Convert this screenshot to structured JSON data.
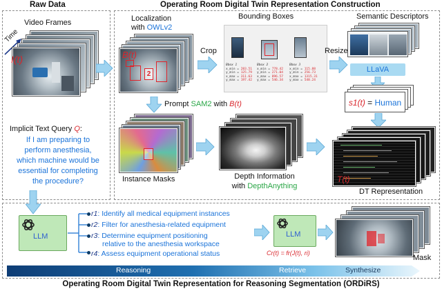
{
  "raw_data": {
    "title": "Raw Data",
    "video_frames_label": "Video Frames",
    "time_label": "Time",
    "frame_symbol": "I(t)",
    "query_label_prefix": "Implicit Text Query ",
    "query_symbol": "Q",
    "query_label_suffix": ":",
    "query_text_lines": [
      "If I am preparing to",
      "perform anesthesia,",
      "which machine would be",
      "essential for completing",
      "the procedure?"
    ]
  },
  "dt_section": {
    "title": "Operating Room Digital Twin Representation Construction",
    "localization_label": "Localization",
    "localization_with": "with ",
    "localization_model": "OWLv2",
    "box_symbol": "B(t)",
    "crop_label": "Crop",
    "bounding_boxes_label": "Bounding Boxes",
    "bbox_cols": [
      {
        "name": "Bbox 1",
        "lines": [
          [
            "x_min",
            "283.51"
          ],
          [
            "y_min",
            "125.79"
          ],
          [
            "x_max",
            "311.63"
          ],
          [
            "y_max",
            "197.42"
          ]
        ]
      },
      {
        "name": "Bbox 2",
        "lines": [
          [
            "x_min",
            "778.42"
          ],
          [
            "y_min",
            "271.04"
          ],
          [
            "x_max",
            "896.57"
          ],
          [
            "y_max",
            "546.34"
          ]
        ]
      },
      {
        "name": "Bbox 3",
        "lines": [
          [
            "x_min",
            "115.88"
          ],
          [
            "y_min",
            "256.73"
          ],
          [
            "x_max",
            "1315.31"
          ],
          [
            "y_max",
            "548.24"
          ]
        ]
      }
    ],
    "resize_label": "Resize",
    "semantic_label": "Semantic Descriptors",
    "llava_label": "LLaVA",
    "descriptor_symbol": "s1(t)",
    "descriptor_value": "Human",
    "prompt_label_a": "Prompt ",
    "prompt_model": "SAM2",
    "prompt_label_b": " with ",
    "prompt_symbol": "B(t)",
    "instance_masks_label": "Instance Masks",
    "depth_label": "Depth Information",
    "depth_with": "with ",
    "depth_model": "DepthAnything",
    "dt_repr_label": "DT Representation",
    "dt_symbol": "T(t)"
  },
  "reasoning_section": {
    "llm_label": "LLM",
    "steps": [
      {
        "sym": "r1",
        "text": "Identify all medical equipment instances"
      },
      {
        "sym": "r2",
        "text": "Filter for anesthesia-related equipment"
      },
      {
        "sym": "r3",
        "text": "Determine equipment positioning"
      },
      {
        "sym": "",
        "text": "relative to the anesthesia workspace"
      },
      {
        "sym": "r4",
        "text": "Assess equipment operational status"
      }
    ],
    "llm2_label": "LLM",
    "formula": "Cr(t) = fr(J(t), ri)",
    "mask_label": "Mask",
    "bar": {
      "reasoning": "Reasoning",
      "retrieve": "Retrieve",
      "synthesize": "Synthesize"
    }
  },
  "footer_title": "Operating Room Digital Twin Representation for Reasoning Segmentation (ORDiRS)",
  "colors": {
    "accent_blue": "#1a73d9",
    "green": "#2aa646",
    "red": "#d9262c",
    "arrow_blue": "#9ed3f0",
    "bar_dark": "#0e3d75",
    "bar_light": "#e8f5fc"
  }
}
